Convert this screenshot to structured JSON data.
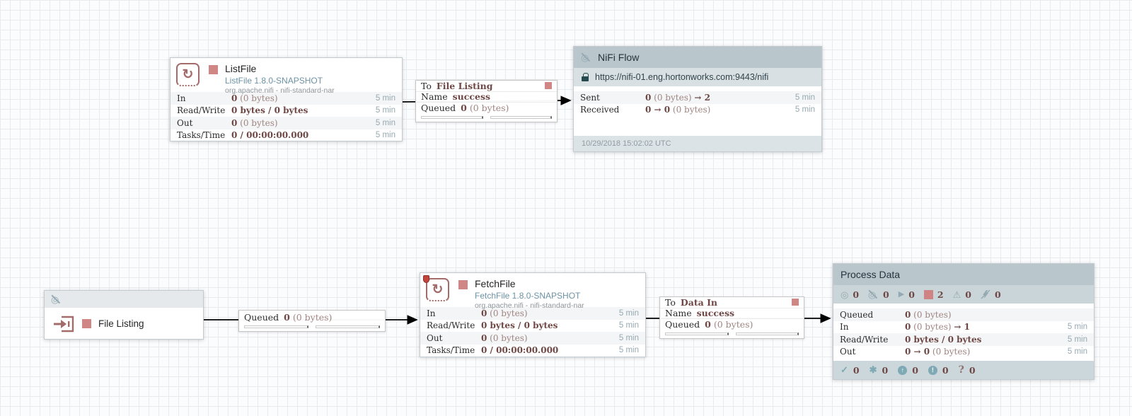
{
  "processors": [
    {
      "title": "ListFile",
      "subtitle": "ListFile 1.8.0-SNAPSHOT",
      "bundle": "org.apache.nifi - nifi-standard-nar",
      "rows": [
        {
          "label": "In",
          "a": "0",
          "b": " (0 bytes)",
          "c": "",
          "window": "5 min"
        },
        {
          "label": "Read/Write",
          "a": "0 bytes / 0 bytes",
          "b": "",
          "c": "",
          "window": "5 min"
        },
        {
          "label": "Out",
          "a": "0",
          "b": " (0 bytes)",
          "c": "",
          "window": "5 min"
        },
        {
          "label": "Tasks/Time",
          "a": "0 / 00:00:00.000",
          "b": "",
          "c": "",
          "window": "5 min"
        }
      ]
    },
    {
      "title": "FetchFile",
      "subtitle": "FetchFile 1.8.0-SNAPSHOT",
      "bundle": "org.apache.nifi - nifi-standard-nar",
      "rows": [
        {
          "label": "In",
          "a": "0",
          "b": " (0 bytes)",
          "c": "",
          "window": "5 min"
        },
        {
          "label": "Read/Write",
          "a": "0 bytes / 0 bytes",
          "b": "",
          "c": "",
          "window": "5 min"
        },
        {
          "label": "Out",
          "a": "0",
          "b": " (0 bytes)",
          "c": "",
          "window": "5 min"
        },
        {
          "label": "Tasks/Time",
          "a": "0 / 00:00:00.000",
          "b": "",
          "c": "",
          "window": "5 min"
        }
      ]
    }
  ],
  "remote_process_group": {
    "title": "NiFi Flow",
    "url": "https://nifi-01.eng.hortonworks.com:9443/nifi",
    "rows": [
      {
        "label": "Sent",
        "a": "0",
        "b": " (0 bytes) ",
        "c": "→ 2",
        "window": "5 min"
      },
      {
        "label": "Received",
        "a": "0 → 0",
        "b": " (0 bytes)",
        "c": "",
        "window": "5 min"
      }
    ],
    "last_refreshed": "10/29/2018 15:02:02 UTC"
  },
  "input_port": {
    "label": "File Listing"
  },
  "process_group": {
    "title": "Process Data",
    "status_counts": {
      "transmitting": 0,
      "not_transmitting": 0,
      "running": 0,
      "stopped": 2,
      "invalid": 0,
      "disabled": 0
    },
    "rows": [
      {
        "label": "Queued",
        "a": "0",
        "b": " (0 bytes)",
        "c": "",
        "window": ""
      },
      {
        "label": "In",
        "a": "0",
        "b": " (0 bytes) ",
        "c": "→ 1",
        "window": "5 min"
      },
      {
        "label": "Read/Write",
        "a": "0 bytes / 0 bytes",
        "b": "",
        "c": "",
        "window": "5 min"
      },
      {
        "label": "Out",
        "a": "0 → 0",
        "b": " (0 bytes)",
        "c": "",
        "window": "5 min"
      }
    ],
    "version_counts": {
      "up_to_date": 0,
      "locally_modified": 0,
      "stale": 0,
      "sync_failure": 0,
      "unversioned": 0
    }
  },
  "connections": [
    {
      "to_label": "To",
      "to_name": "File Listing",
      "name_label": "Name",
      "name_value": "success",
      "queued_label": "Queued",
      "queued_a": "0",
      "queued_b": " (0 bytes)"
    },
    {
      "queued_label": "Queued",
      "queued_a": "0",
      "queued_b": " (0 bytes)"
    },
    {
      "to_label": "To",
      "to_name": "Data In",
      "name_label": "Name",
      "name_value": "success",
      "queued_label": "Queued",
      "queued_a": "0",
      "queued_b": " (0 bytes)"
    }
  ],
  "icons": {
    "processor_glyph": "↻",
    "bullseye": "◎",
    "play": "▶",
    "warning": "⚠",
    "check": "✓",
    "asterisk": "✱",
    "up_arrow": "↑",
    "exclaim": "!",
    "question": "?"
  },
  "colors": {
    "stopped_red": "#d18686",
    "maroon_text": "#6f4846",
    "teal_icon": "#7ea9b5",
    "group_header": "#b9c6cc"
  }
}
